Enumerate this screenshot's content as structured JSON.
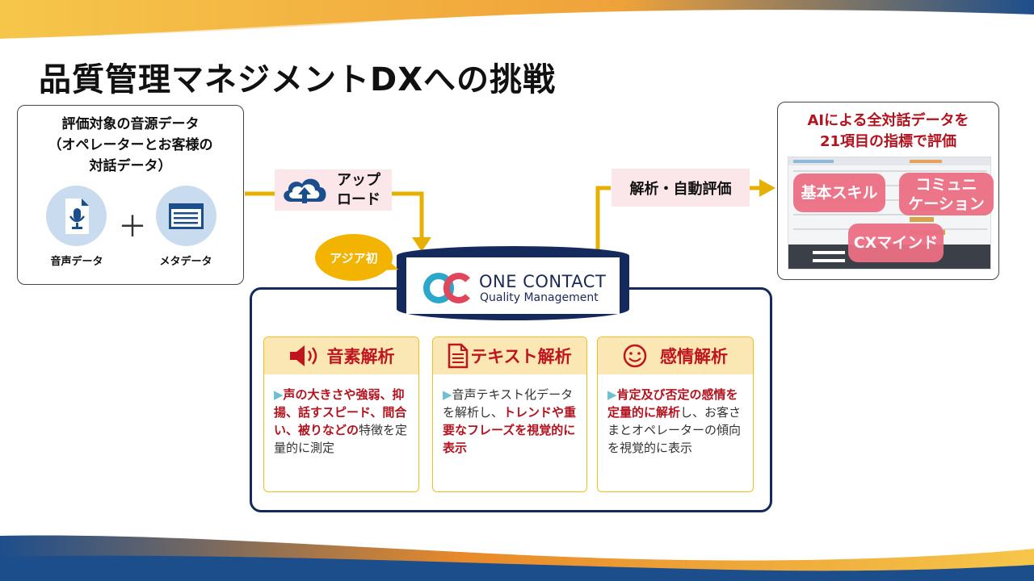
{
  "title": "品質管理マネジメントDXへの挑戦",
  "source": {
    "title_lines": [
      "評価対象の音源データ",
      "（オペレーターとお客様の",
      "対話データ）"
    ],
    "audio_label": "音声データ",
    "meta_label": "メタデータ",
    "plus": "＋"
  },
  "upload": {
    "line1": "アップ",
    "line2": "ロード"
  },
  "analysis_tag": "解析・自動評価",
  "asia_badge": "アジア初",
  "logo": {
    "line1": "ONE CONTACT",
    "line2": "Quality Management"
  },
  "result": {
    "title_lines": [
      "AIによる全対話データを",
      "21項目の指標で評価"
    ],
    "pills": [
      {
        "label": "基本スキル"
      },
      {
        "label": "コミュニ\nケーション"
      },
      {
        "label": "CXマインド"
      }
    ]
  },
  "cards": [
    {
      "title": "音素解析",
      "icon": "speaker-icon",
      "highlight": "声の大きさや強弱、抑揚、話すスピード、間合い、被りなどの",
      "rest": "特徴を定量的に測定"
    },
    {
      "title": "テキスト解析",
      "icon": "document-icon",
      "lead": "音声テキスト化データを解析し、",
      "highlight": "トレンドや重要なフレーズを視覚的に表示"
    },
    {
      "title": "感情解析",
      "icon": "smiley-icon",
      "highlight": "肯定及び否定の感情を定量的に解析",
      "rest": "し、お客さまとオペレーターの傾向を視覚的に表示"
    }
  ],
  "colors": {
    "navy": "#142a5c",
    "accent_red": "#b3121f",
    "arrow_yellow": "#e6b000",
    "pill_pink": "#ec6f84",
    "card_header": "#fbe7b4"
  }
}
